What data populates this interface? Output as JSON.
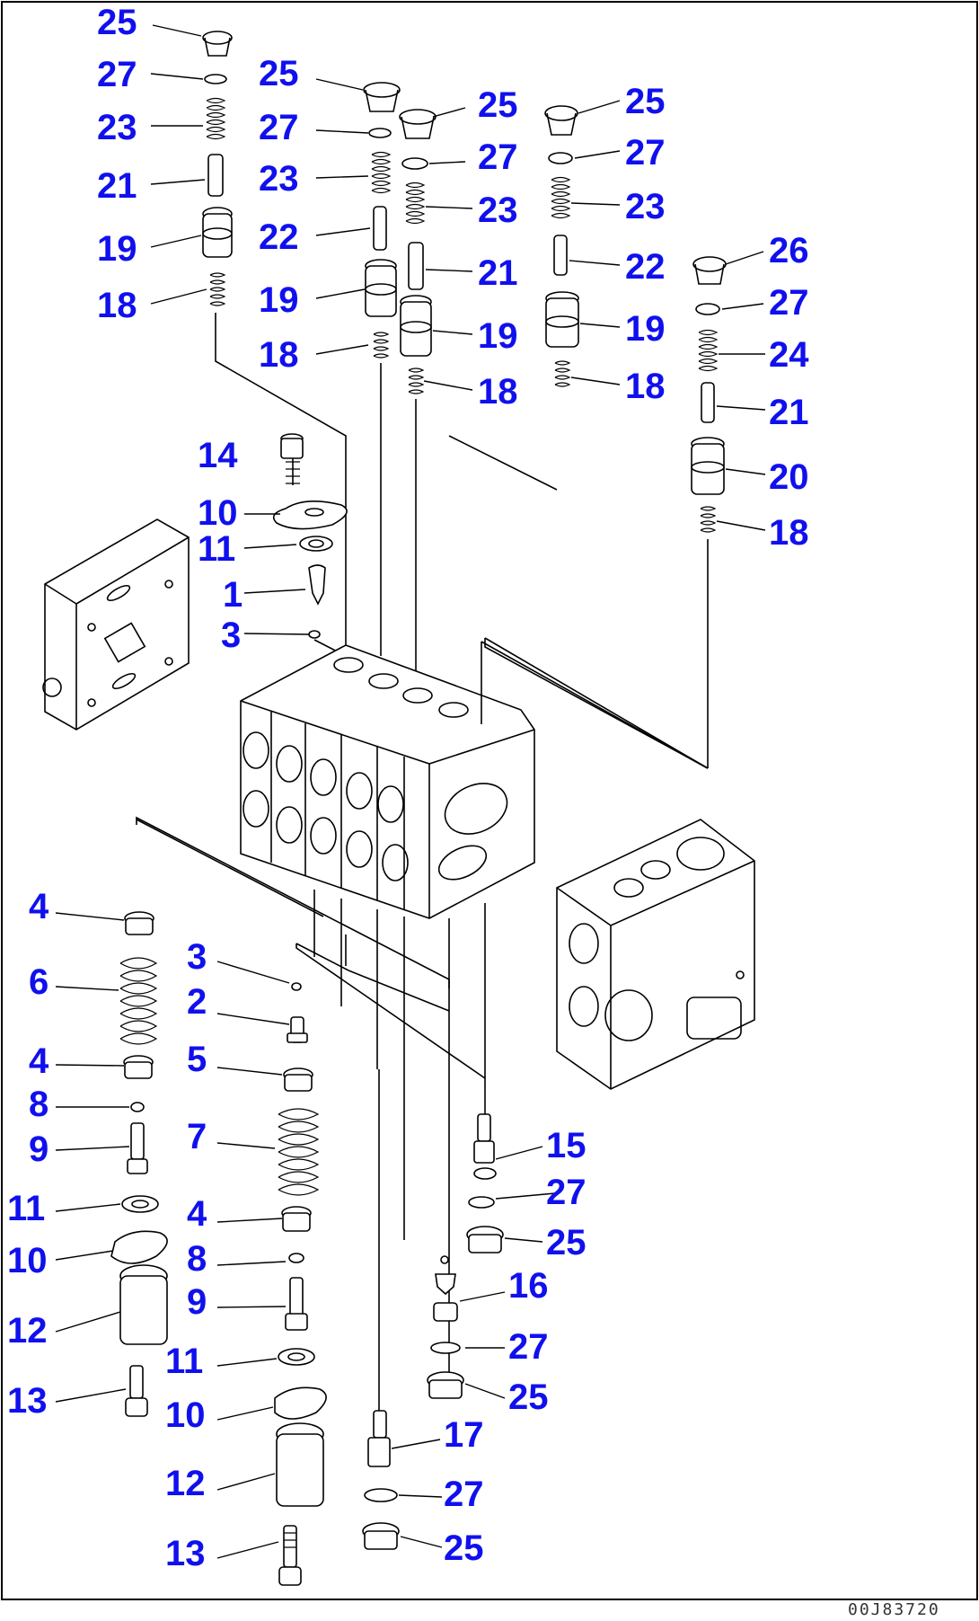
{
  "diagram": {
    "labels": {
      "c1": [
        "25",
        "27",
        "23",
        "21",
        "19",
        "18"
      ],
      "c2": [
        "25",
        "27",
        "23",
        "22",
        "19",
        "18"
      ],
      "c3": [
        "25",
        "27",
        "23",
        "21",
        "19",
        "18"
      ],
      "c4": [
        "25",
        "27",
        "23",
        "22",
        "19",
        "18"
      ],
      "c5": [
        "26",
        "27",
        "24",
        "21",
        "20",
        "18"
      ],
      "upper_mid": [
        "14",
        "10",
        "11",
        "1",
        "3"
      ],
      "lower_left": [
        "4",
        "6",
        "4",
        "8",
        "9",
        "11",
        "10",
        "12",
        "13"
      ],
      "lower_mid": [
        "3",
        "2",
        "5",
        "7",
        "4",
        "8",
        "9",
        "11",
        "10",
        "12",
        "13"
      ],
      "lower_right_a": [
        "15",
        "27",
        "25"
      ],
      "lower_right_b": [
        "16",
        "27",
        "25"
      ],
      "lower_right_c": [
        "17",
        "27",
        "25"
      ]
    },
    "drawing_code": "00J83720"
  },
  "colors": {
    "label": "#1010ee",
    "line": "#000000",
    "background": "#ffffff"
  }
}
